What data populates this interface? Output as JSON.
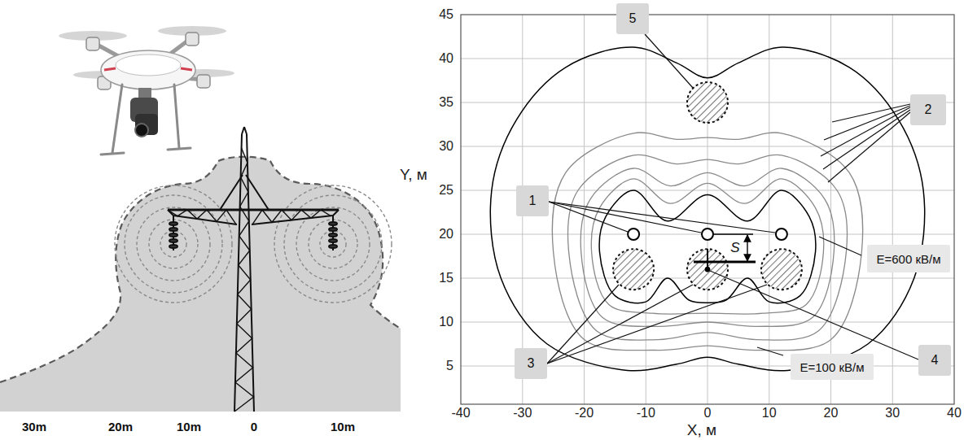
{
  "diagram": {
    "nodes": [
      {
        "text": [
          "5"
        ]
      },
      {
        "text": [
          "2"
        ]
      },
      {
        "text": [
          "1"
        ]
      },
      {
        "text": [
          "E=600 кВ/м"
        ]
      },
      {
        "text": [
          "3"
        ]
      },
      {
        "text": [
          "E=100 кВ/м"
        ]
      },
      {
        "text": [
          "4"
        ]
      }
    ],
    "labels": [
      "30m",
      "20m",
      "10m",
      "0",
      "10m",
      "45",
      "40",
      "35",
      "30",
      "25",
      "20",
      "15",
      "10",
      "5",
      "Y, м",
      "S",
      "-40",
      "-30",
      "-20",
      "-10",
      "0",
      "10",
      "20",
      "30",
      "40",
      "X, м"
    ]
  }
}
